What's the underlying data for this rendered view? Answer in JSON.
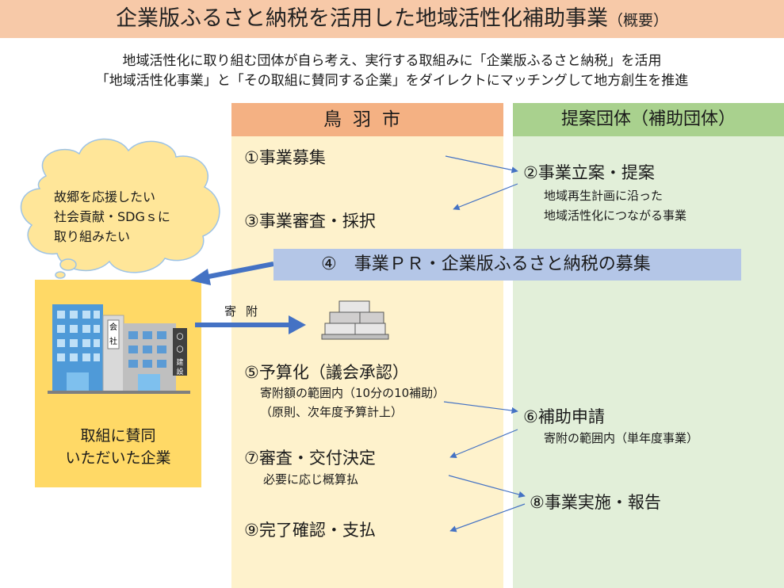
{
  "title": "企業版ふるさと納税を活用した地域活性化補助事業",
  "title_suffix": "（概要）",
  "intro": [
    "地域活性化に取り組む団体が自ら考え、実行する取組みに「企業版ふるさと納税」を活用",
    "「地域活性化事業」と「その取組に賛同する企業」をダイレクトにマッチングして地方創生を推進"
  ],
  "columns": {
    "city": "鳥羽市",
    "proposer": "提案団体（補助団体）"
  },
  "steps": {
    "s1": "①事業募集",
    "s2": "②事業立案・提案",
    "s2_notes": [
      "地域再生計画に沿った",
      "地域活性化につながる事業"
    ],
    "s3": "③事業審査・採択",
    "s4": "④　事業ＰＲ・企業版ふるさと納税の募集",
    "s5": "⑤予算化（議会承認）",
    "s5_notes": [
      "寄附額の範囲内（10分の10補助）",
      "（原則、次年度予算計上）"
    ],
    "s6": "⑥補助申請",
    "s6_note": "寄附の範囲内（単年度事業）",
    "s7": "⑦審査・交付決定",
    "s7_note": "必要に応じ概算払",
    "s8": "⑧事業実施・報告",
    "s9": "⑨完了確認・支払"
  },
  "company": {
    "thought_lines": [
      "故郷を応援したい",
      "社会貢献・SDGｓに",
      "取り組みたい"
    ],
    "label_lines": [
      "取組に賛同",
      "いただいた企業"
    ],
    "sign_company": "会社",
    "sign_construction": "〇〇建設"
  },
  "donation_label": "寄附",
  "colors": {
    "title_bg": "#f7c9a8",
    "city_header": "#f4b183",
    "city_column": "#fef2cc",
    "proposer_header": "#a9d18e",
    "proposer_column": "#e2efd9",
    "pr_bar": "#b4c6e7",
    "company_box": "#ffd966",
    "thought_bubble": "#ffe699",
    "arrow_thin": "#4472c4",
    "arrow_bold": "#4472c4"
  }
}
